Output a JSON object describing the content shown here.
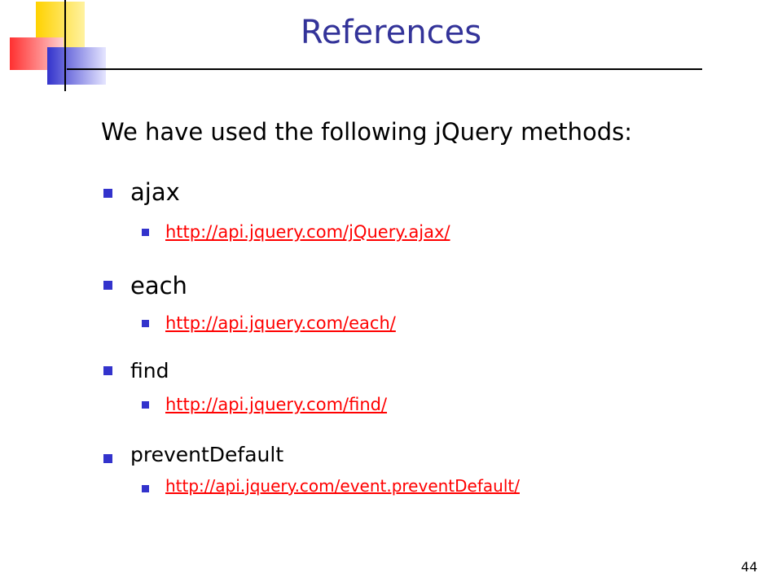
{
  "slide": {
    "title": "References",
    "intro": "We have used the following jQuery methods:",
    "page_number": "44"
  },
  "methods": [
    {
      "name": "ajax",
      "link": "http://api.jquery.com/jQuery.ajax/"
    },
    {
      "name": "each",
      "link": "http://api.jquery.com/each/"
    },
    {
      "name": "find",
      "link": "http://api.jquery.com/find/"
    },
    {
      "name": "preventDefault",
      "link": "http://api.jquery.com/event.preventDefault/"
    }
  ],
  "colors": {
    "title": "#333399",
    "bullet": "#3333cc",
    "link": "#ff0000"
  }
}
